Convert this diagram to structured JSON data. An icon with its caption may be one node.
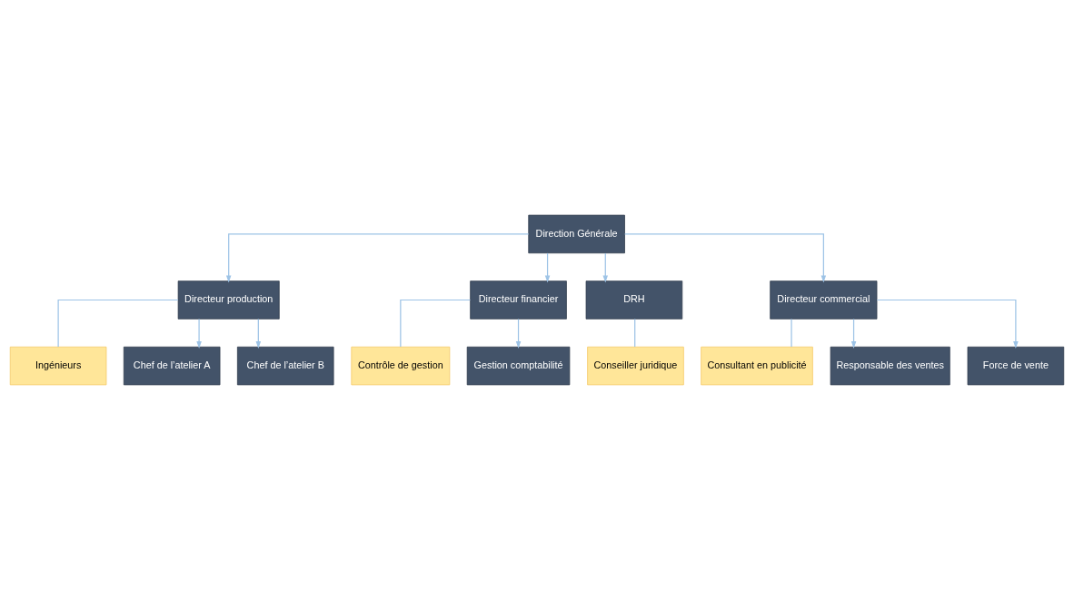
{
  "diagram": {
    "nodes": [
      {
        "text": [
          "Direction Générale"
        ]
      },
      {
        "text": [
          "Directeur production"
        ]
      },
      {
        "text": [
          "Directeur financier"
        ]
      },
      {
        "text": [
          "DRH"
        ]
      },
      {
        "text": [
          "Directeur commercial"
        ]
      },
      {
        "text": [
          "Ingénieurs"
        ]
      },
      {
        "text": [
          "Contrôle de gestion"
        ]
      },
      {
        "text": [
          "Conseiller juridique"
        ]
      },
      {
        "text": [
          "Consultant en publicité"
        ]
      },
      {
        "text": [
          "Chef de l’atelier A"
        ]
      },
      {
        "text": [
          "Chef de l’atelier B"
        ]
      },
      {
        "text": [
          "Gestion comptabilité"
        ]
      },
      {
        "text": [
          "Responsable des ventes"
        ]
      },
      {
        "text": [
          "Force de vente"
        ]
      }
    ],
    "edges": [
      {
        "from": 0,
        "to": 1,
        "arrow": "to"
      },
      {
        "from": 0,
        "to": 2,
        "arrow": "to"
      },
      {
        "from": 0,
        "to": 3,
        "arrow": "to"
      },
      {
        "from": 0,
        "to": 4,
        "arrow": "to"
      },
      {
        "from": 1,
        "to": 5,
        "arrow": "none"
      },
      {
        "from": 1,
        "to": 9,
        "arrow": "to"
      },
      {
        "from": 1,
        "to": 10,
        "arrow": "to"
      },
      {
        "from": 2,
        "to": 6,
        "arrow": "none"
      },
      {
        "from": 2,
        "to": 11,
        "arrow": "to"
      },
      {
        "from": 3,
        "to": 7,
        "arrow": "none"
      },
      {
        "from": 4,
        "to": 8,
        "arrow": "none"
      },
      {
        "from": 4,
        "to": 12,
        "arrow": "to"
      },
      {
        "from": 4,
        "to": 13,
        "arrow": "to"
      }
    ]
  }
}
